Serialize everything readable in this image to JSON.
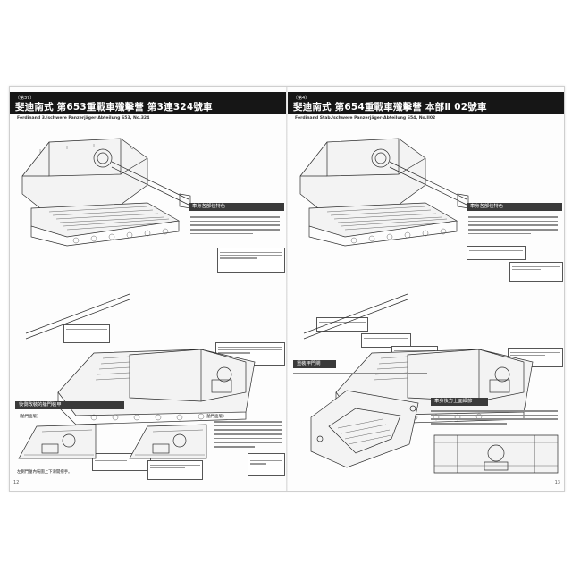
{
  "left": {
    "tag": "〔第37〕",
    "title": "斐迪南式 第653重戰車殲擊營 第3連324號車",
    "subtitle": "Ferdinand 3./schwere Panzerjäger-Abteilung 653, No.324",
    "box_head": "車身各部位特色",
    "section_head": "後側改裝的艙門裝甲",
    "inset_left_label": "〔艙門面版〕",
    "inset_right_label": "〔艙門面版〕",
    "caption_bottom": "左側門艙內裝圖上下滑開把手。",
    "page_number": "12"
  },
  "right": {
    "tag": "〔第4〕",
    "title": "斐迪南式 第654重戰車殲擊營 本部Ⅱ 02號車",
    "subtitle": "Ferdinand Stab./schwere Panzerjäger-Abteilung 654, No.II02",
    "box_head": "車身各部位特色",
    "section_head_a": "重裝甲門閘",
    "section_head_b": "車身後方上面細節",
    "page_number": "13"
  },
  "icons": {
    "vehicle_front": "tank-destroyer-front-view",
    "vehicle_rear": "tank-destroyer-rear-view",
    "hatch": "rear-hatch-detail"
  }
}
